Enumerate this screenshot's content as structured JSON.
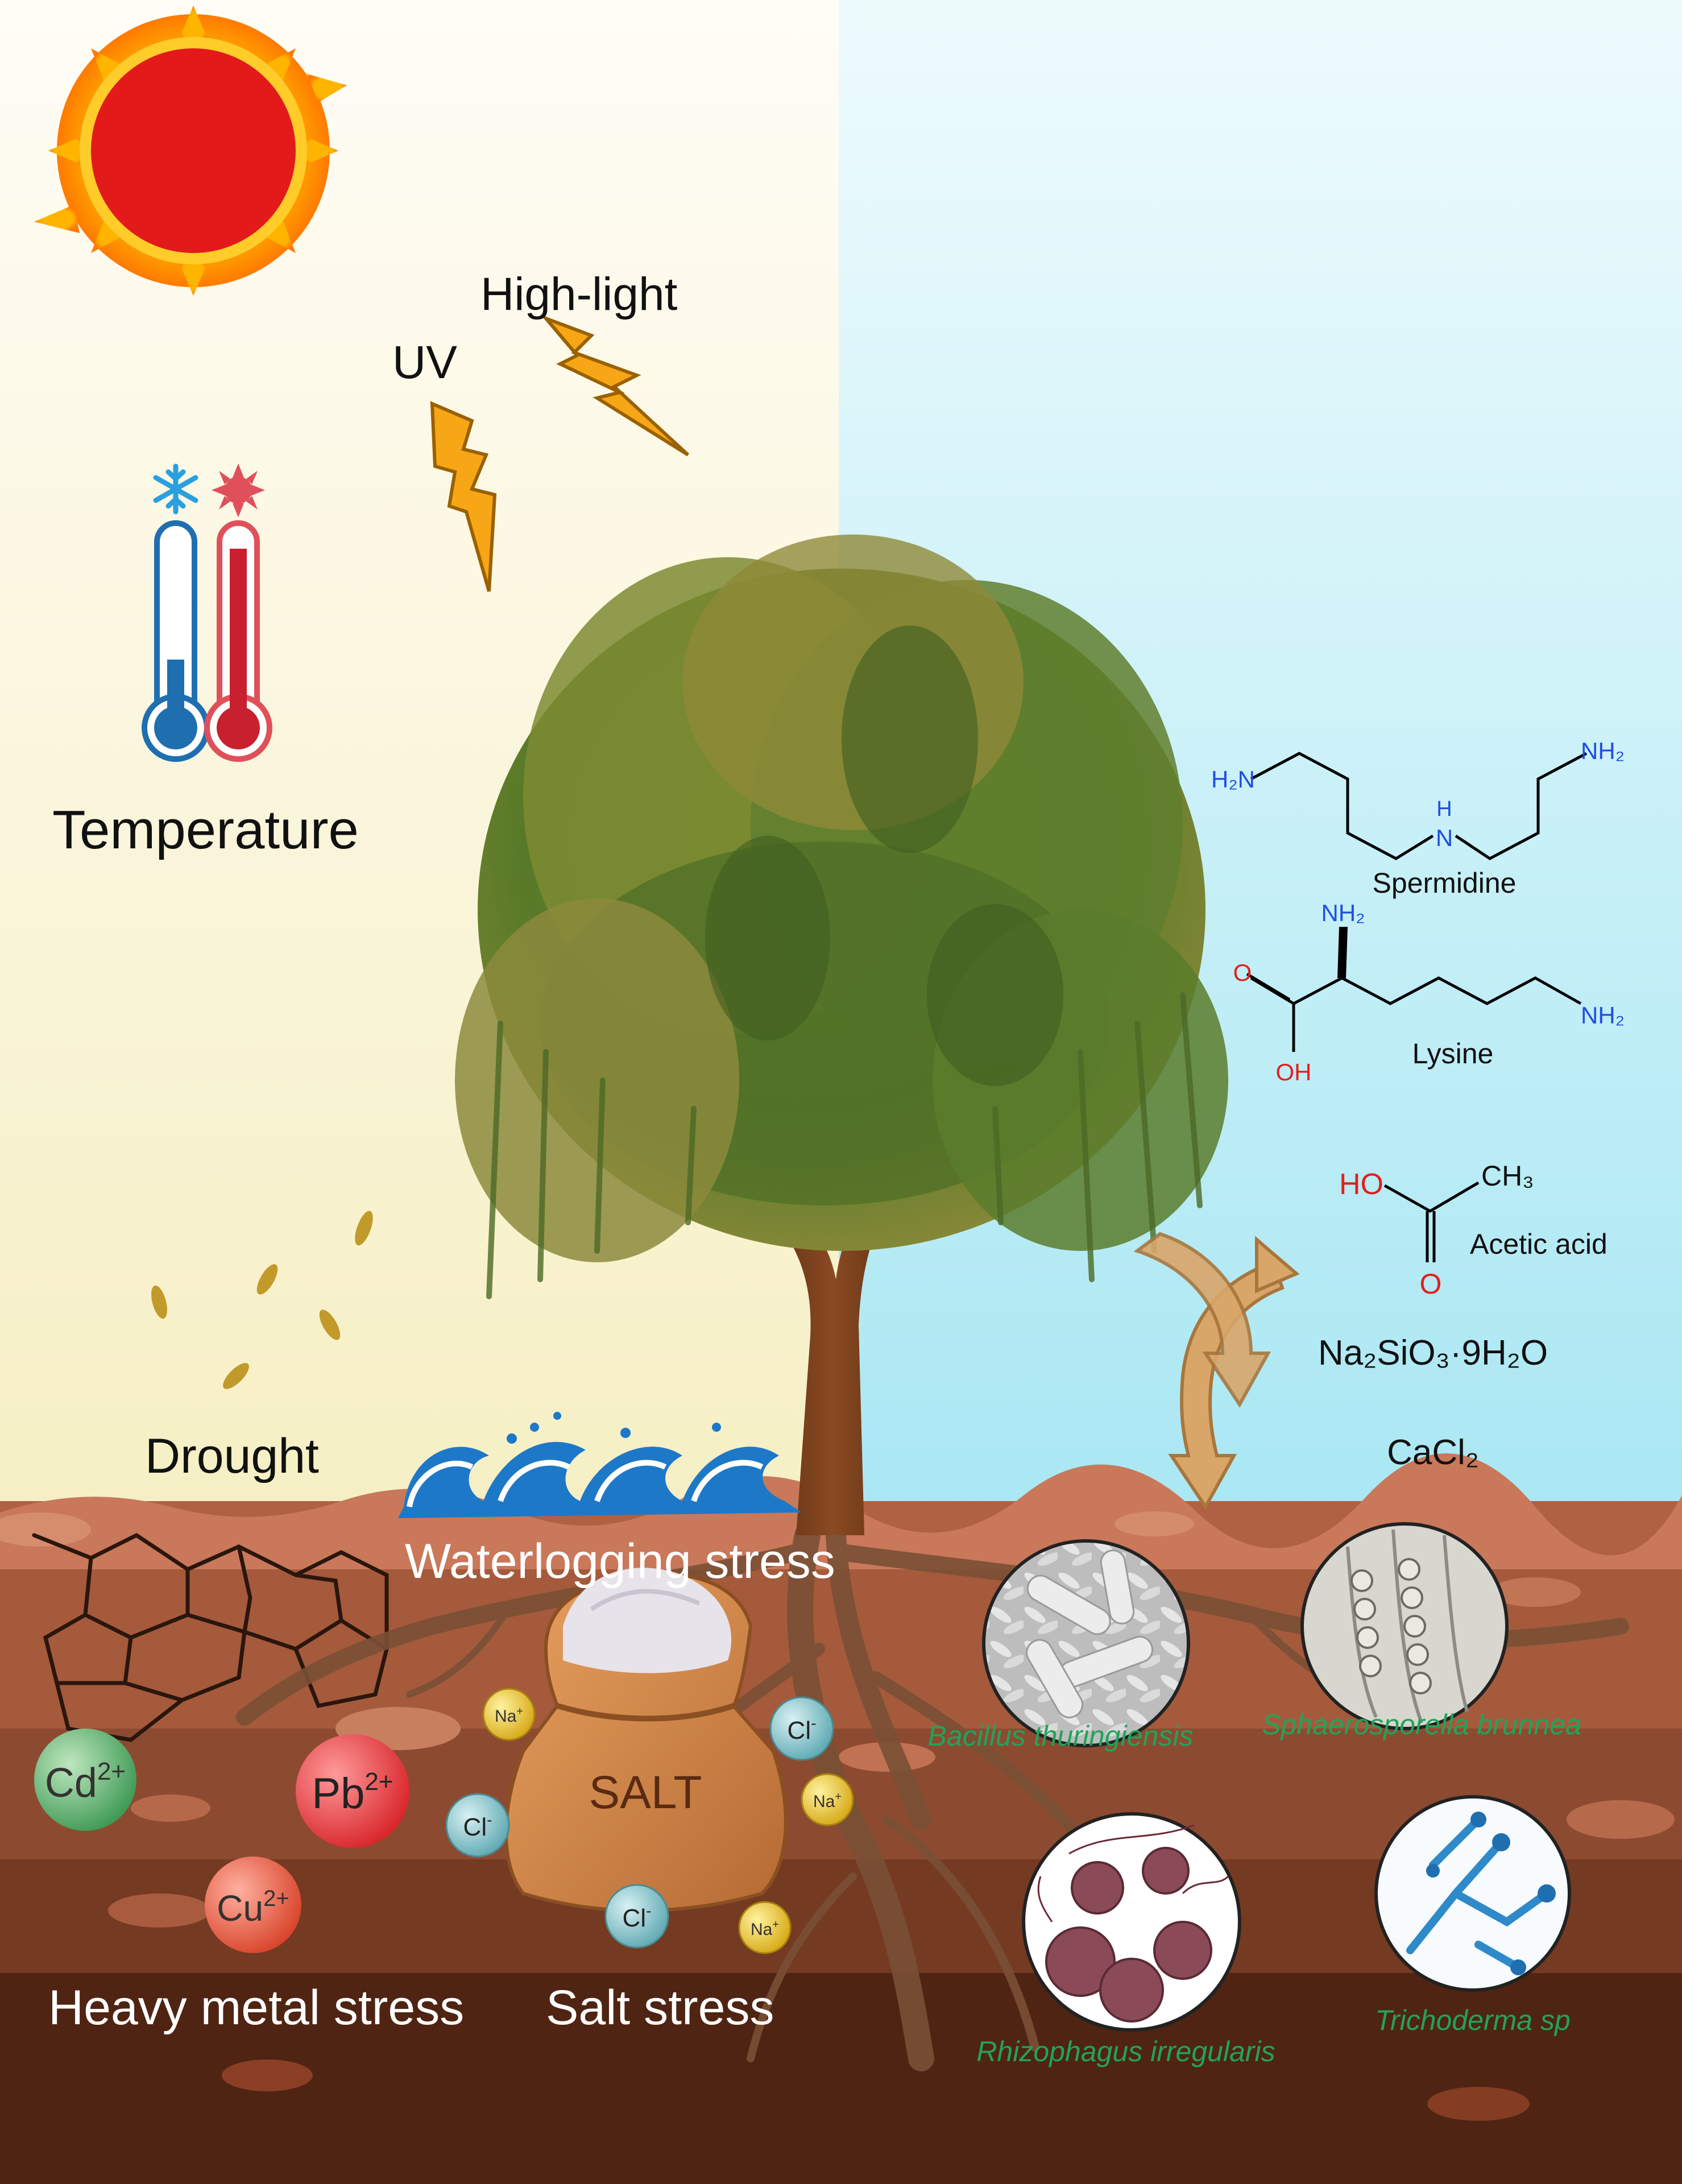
{
  "atmosphere": {
    "high_light": "High-light",
    "uv": "UV",
    "temperature": "Temperature",
    "drought": "Drought"
  },
  "soil": {
    "waterlogging": "Waterlogging stress",
    "heavy_metal": "Heavy metal stress",
    "salt_stress": "Salt stress",
    "salt_bag": "SALT",
    "ions": {
      "cd": "Cd",
      "cd_charge": "2+",
      "pb": "Pb",
      "pb_charge": "2+",
      "cu": "Cu",
      "cu_charge": "2+",
      "cl": "Cl",
      "cl_charge": "-",
      "na": "Na",
      "na_charge": "+"
    }
  },
  "chemicals": {
    "spermidine": {
      "name": "Spermidine",
      "h2n": "H₂N",
      "nh2": "NH₂",
      "n": "N",
      "h": "H"
    },
    "lysine": {
      "name": "Lysine",
      "nh2_top": "NH₂",
      "nh2_end": "NH₂",
      "o": "O",
      "oh": "OH"
    },
    "acetic_acid": {
      "name": "Acetic acid",
      "ho": "HO",
      "ch3": "CH₃",
      "o": "O"
    },
    "sodium_silicate": "Na₂SiO₃·9H₂O",
    "calcium_chloride": "CaCl₂"
  },
  "microbes": [
    {
      "name": "Bacillus thuringiensis"
    },
    {
      "name": "Sphaerosporella brunnea"
    },
    {
      "name": "Rhizophagus irregularis"
    },
    {
      "name": "Trichoderma sp"
    }
  ],
  "colors": {
    "sky_left": "#fbf6dc",
    "sky_right": "#bdeef7",
    "soil_top": "#b9694a",
    "soil_mid": "#8f4a2e",
    "soil_deep": "#5a2a16",
    "microbe_label": "#22a35a",
    "chem_blue": "#1f4fe0",
    "chem_red": "#e0201f"
  }
}
